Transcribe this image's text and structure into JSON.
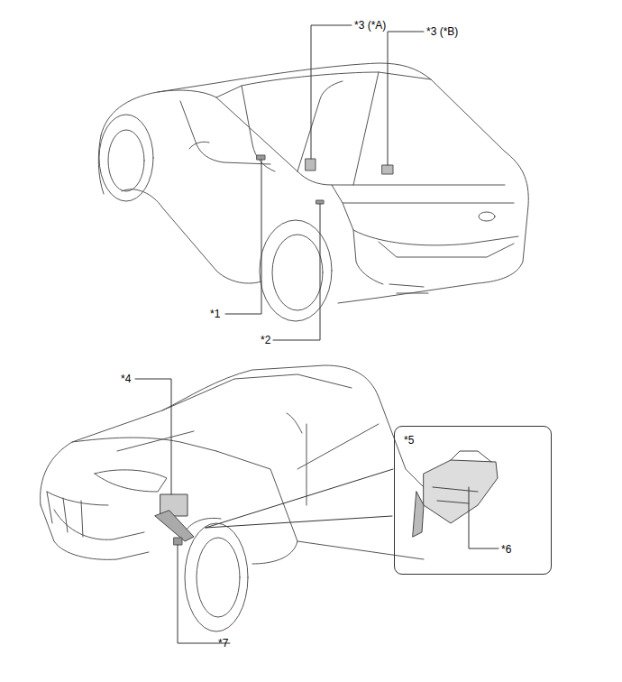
{
  "diagram": {
    "nodes": [
      {
        "text": [
          "*5",
          "*6"
        ]
      }
    ],
    "labels": [
      "*3 (*A)",
      "*3 (*B)",
      "*1",
      "*2",
      "*4",
      "*7"
    ]
  }
}
